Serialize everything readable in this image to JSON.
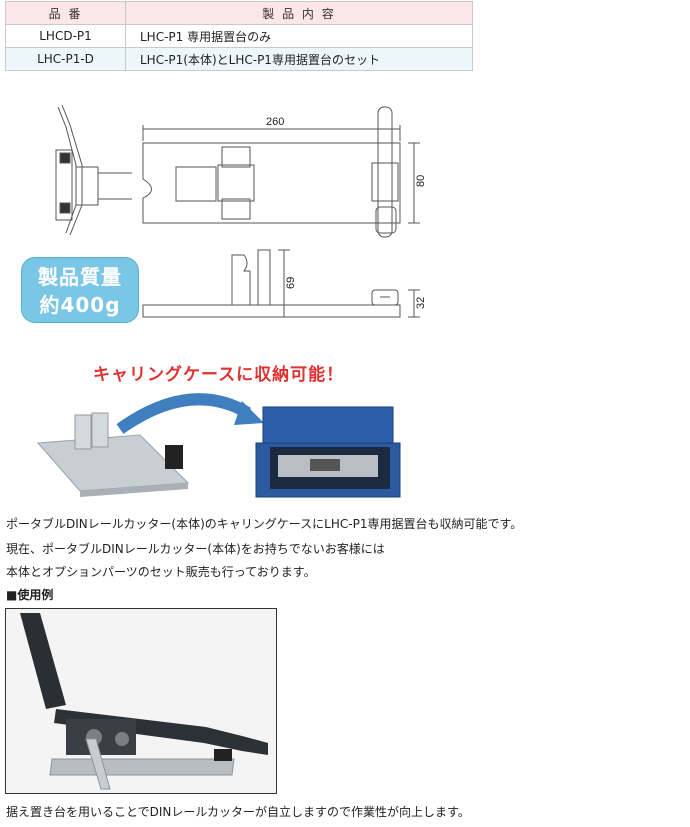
{
  "table": {
    "header": [
      "品 番",
      "製 品 内 容"
    ],
    "rows": [
      [
        "LHCD-P1",
        "LHC-P1 専用据置台のみ"
      ],
      [
        "LHC-P1-D",
        "LHC-P1(本体)とLHC-P1専用据置台のセット"
      ]
    ]
  },
  "drawing": {
    "dim_length": "260",
    "dim_width": "80",
    "dim_height": "69",
    "dim_height2": "32"
  },
  "weight": {
    "line1": "製品質量",
    "line2": "約400g"
  },
  "headline": "キャリングケースに収納可能！",
  "description": [
    "ポータブルDINレールカッター(本体)のキャリングケースにLHC-P1専用据置台も収納可能です。",
    "現在、ポータブルDINレールカッター(本体)をお持ちでないお客様には",
    "本体とオプションパーツのセット販売も行っております。"
  ],
  "usage_label": "■使用例",
  "caption": "据え置き台を用いることでDINレールカッターが自立しますので作業性が向上します。"
}
